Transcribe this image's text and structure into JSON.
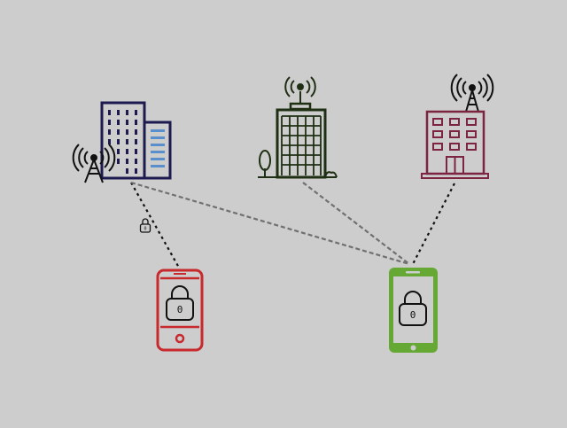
{
  "colors": {
    "background": "#cdcdcd",
    "building_left": "#1c1a4e",
    "building_left_accent": "#5b8fcb",
    "building_center": "#1f2f14",
    "building_right": "#7d2540",
    "phone_left": "#c8292c",
    "phone_right": "#65a834",
    "link_near": "#111111",
    "link_far": "#707070"
  },
  "nodes": {
    "building_left": {
      "icon": "office-building-with-cell-tower-icon"
    },
    "building_center": {
      "icon": "office-building-with-antenna-icon"
    },
    "building_right": {
      "icon": "hotel-building-with-antenna-icon"
    },
    "phone_left": {
      "icon": "smartphone-lock-icon",
      "lock_label": "0"
    },
    "phone_right": {
      "icon": "smartphone-lock-icon",
      "lock_label": "0"
    }
  },
  "links": [
    {
      "from": "building_left",
      "to": "phone_left",
      "style": "dotted-dark",
      "badge": "padlock-icon",
      "badge_label": "0"
    },
    {
      "from": "building_left",
      "to": "phone_right",
      "style": "dashed-gray"
    },
    {
      "from": "building_center",
      "to": "phone_right",
      "style": "dashed-gray"
    },
    {
      "from": "building_right",
      "to": "phone_right",
      "style": "dotted-dark"
    }
  ]
}
